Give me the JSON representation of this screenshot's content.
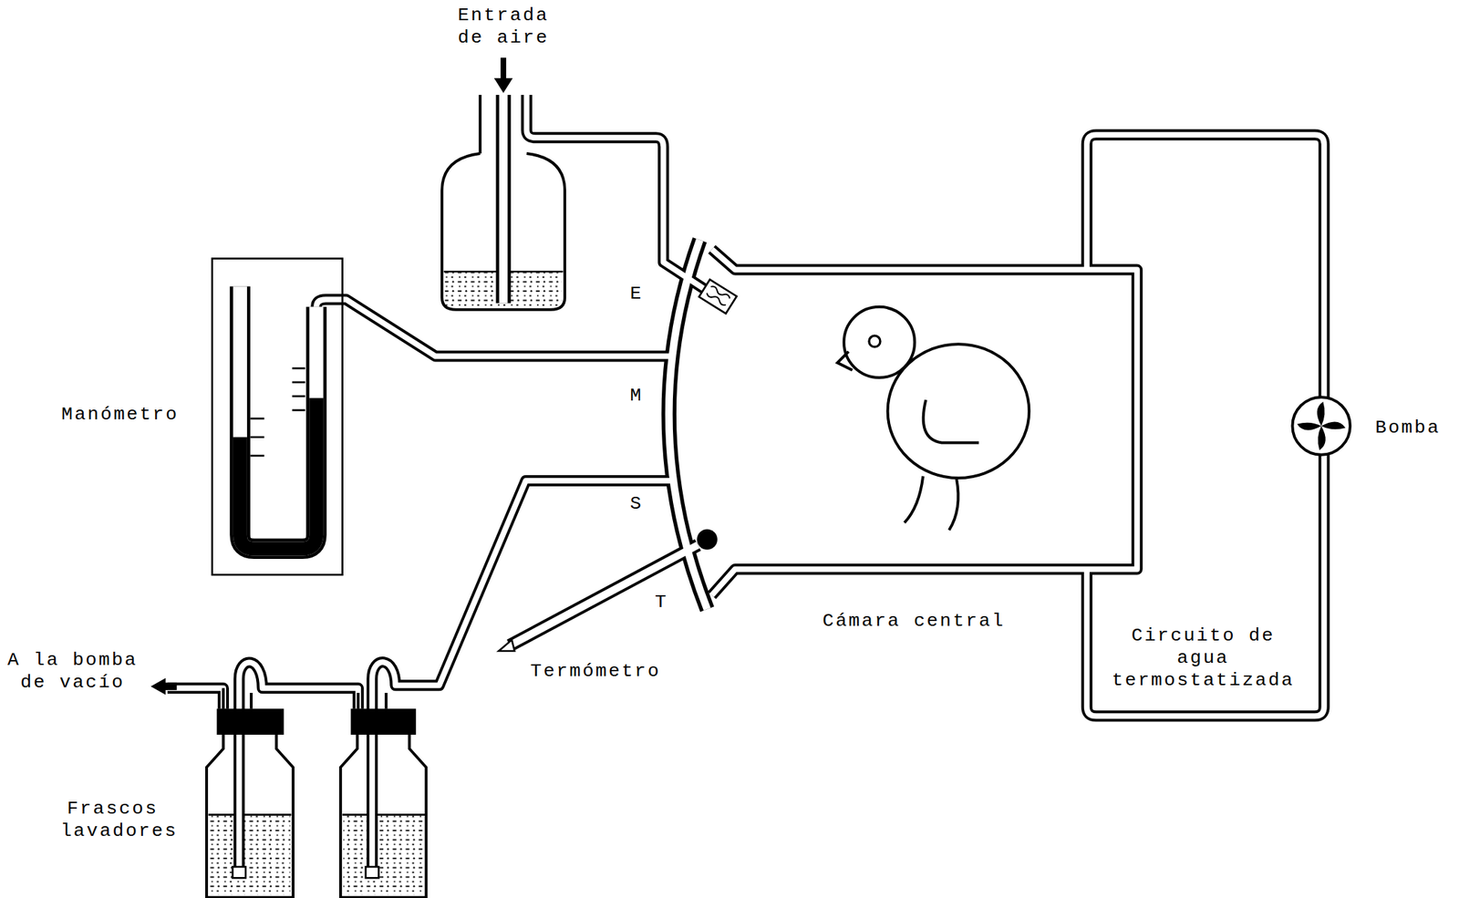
{
  "diagram": {
    "labels": [
      "Entrada de aire",
      "Manómetro",
      "E",
      "M",
      "S",
      "T",
      "Bomba",
      "Cámara central",
      "Termómetro",
      "Circuito de agua termostatizada",
      "A la bomba de vacío",
      "Frascos lavadores"
    ]
  }
}
